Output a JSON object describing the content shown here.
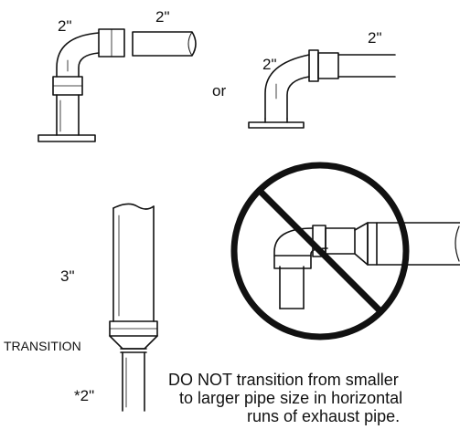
{
  "labels": {
    "fig1_vertical": "2\"",
    "fig1_horizontal": "2\"",
    "or": "or",
    "fig2_vertical": "2\"",
    "fig2_horizontal": "2\"",
    "fig3_upper": "3\"",
    "transition": "TRANSITION",
    "fig3_lower": "*2\""
  },
  "note": {
    "line1": "DO NOT transition from smaller",
    "line2": "to larger pipe size in horizontal",
    "line3": "runs of exhaust pipe."
  },
  "colors": {
    "line": "#111111",
    "background": "#ffffff"
  }
}
